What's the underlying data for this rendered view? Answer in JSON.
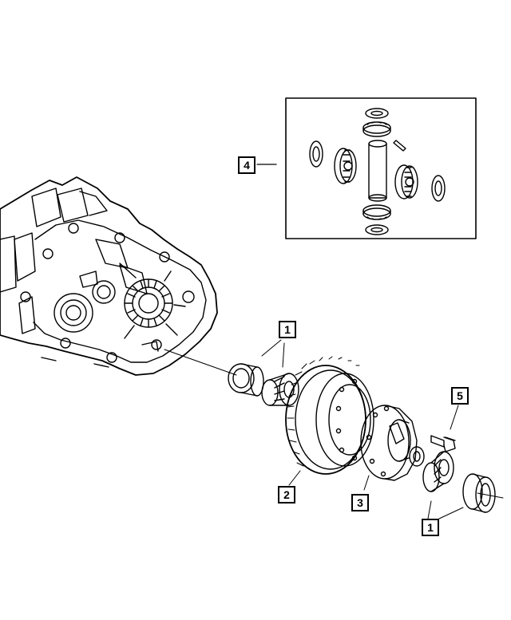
{
  "callouts": {
    "bearing_top": "1",
    "ring_gear": "2",
    "diff_case": "3",
    "diff_gear_kit": "4",
    "bolt": "5",
    "bearing_bottom": "1"
  },
  "colors": {
    "line": "#000000",
    "background": "#ffffff"
  }
}
